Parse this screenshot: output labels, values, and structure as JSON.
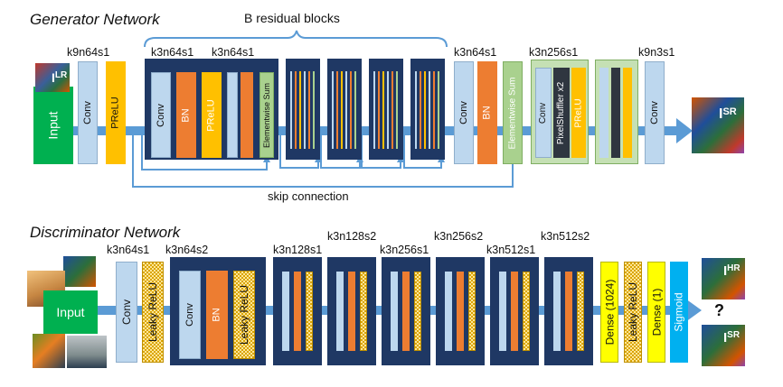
{
  "generator": {
    "title": "Generator Network",
    "residual_blocks_label": "B residual blocks",
    "skip_label": "skip connection",
    "input_label": "Input",
    "input_image_label": "I",
    "input_image_sub": "LR",
    "output_image_label": "I",
    "output_image_sub": "SR",
    "kernel_labels": [
      "k9n64s1",
      "k3n64s1",
      "k3n64s1",
      "k3n64s1",
      "k3n256s1",
      "k9n3s1"
    ],
    "layers": {
      "conv": "Conv",
      "prelu": "PReLU",
      "bn": "BN",
      "elementwise_sum": "Elementwise Sum",
      "pixel_shuffler": "PixelShuffler x2"
    }
  },
  "discriminator": {
    "title": "Discriminator Network",
    "input_label": "Input",
    "hr_label": "I",
    "hr_sub": "HR",
    "sr_label": "I",
    "sr_sub": "SR",
    "question": "?",
    "kernel_labels": [
      "k3n64s1",
      "k3n64s2",
      "k3n128s1",
      "k3n128s2",
      "k3n256s1",
      "k3n256s2",
      "k3n512s1",
      "k3n512s2"
    ],
    "layers": {
      "conv": "Conv",
      "leaky_relu": "Leaky ReLU",
      "bn": "BN",
      "dense_1024": "Dense (1024)",
      "dense_1": "Dense (1)",
      "sigmoid": "Sigmoid"
    }
  },
  "colors": {
    "arrow": "#5b9bd5",
    "navy": "#1f3864",
    "conv": "#bdd7ee",
    "bn": "#ed7d31",
    "prelu": "#ffc000",
    "sum": "#a9d18e",
    "input": "#00b050",
    "dense": "#ffff00",
    "sigmoid": "#00b0f0"
  }
}
